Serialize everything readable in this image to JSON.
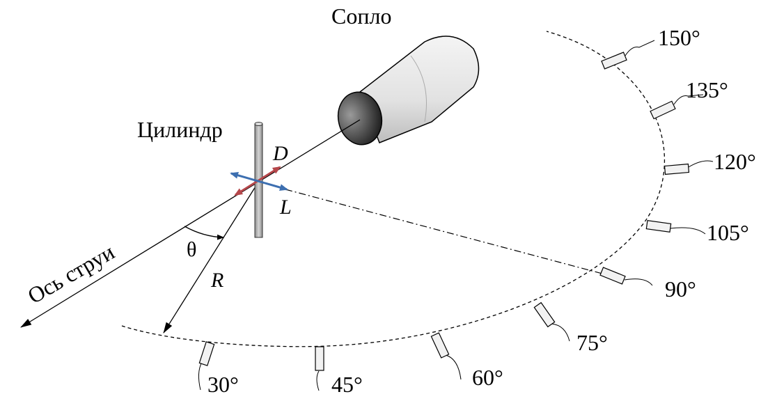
{
  "labels": {
    "nozzle": "Сопло",
    "cylinder": "Цилиндр",
    "jet_axis": "Ось струи",
    "diameter": "D",
    "length": "L",
    "theta": "θ",
    "radius": "R"
  },
  "microphones": [
    {
      "angle_label": "30°"
    },
    {
      "angle_label": "45°"
    },
    {
      "angle_label": "60°"
    },
    {
      "angle_label": "75°"
    },
    {
      "angle_label": "90°"
    },
    {
      "angle_label": "105°"
    },
    {
      "angle_label": "120°"
    },
    {
      "angle_label": "135°"
    },
    {
      "angle_label": "150°"
    }
  ],
  "colors": {
    "d_arrow": "#b5474b",
    "l_arrow": "#3d6fb0"
  }
}
